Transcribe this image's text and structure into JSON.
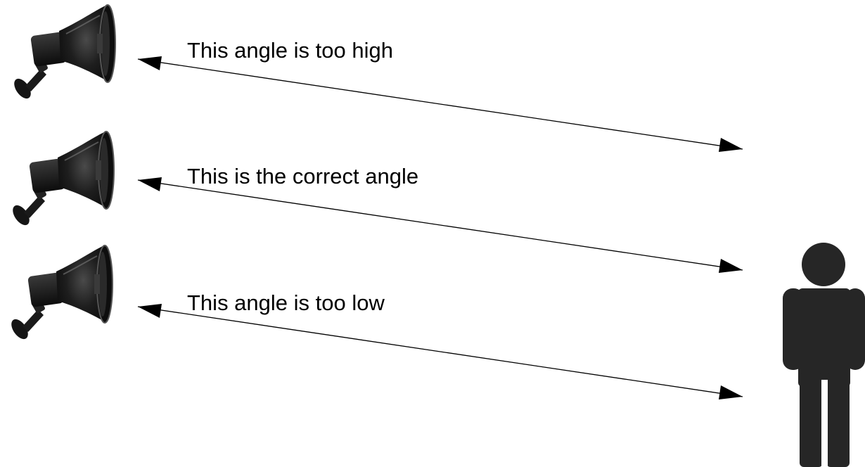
{
  "labels": {
    "high": "This angle is too high",
    "correct": "This is the correct angle",
    "low": "This angle is too low"
  },
  "icons": {
    "speaker": "horn-speaker-icon",
    "person": "person-icon"
  },
  "colors": {
    "background": "#ffffff",
    "arrow": "#000000",
    "speaker_body": "#1b1b1b",
    "person": "#262626"
  }
}
